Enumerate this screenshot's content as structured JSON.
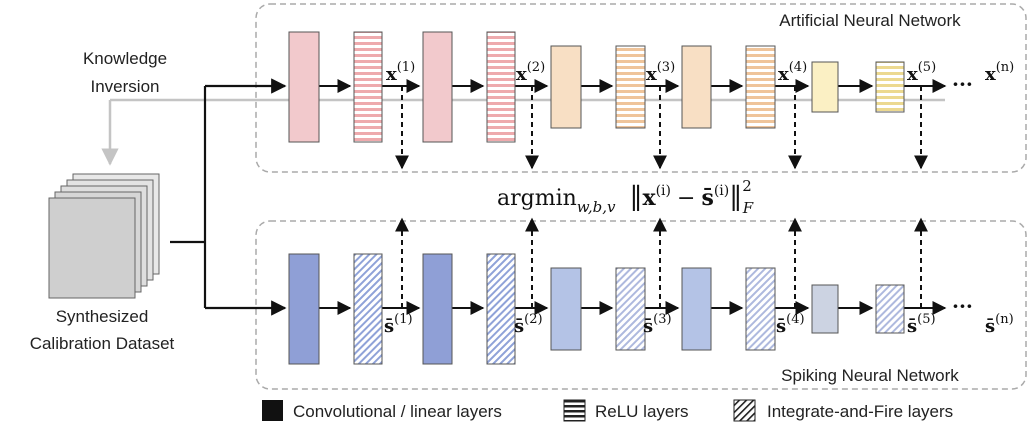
{
  "ann": {
    "title": "Artificial Neural Network"
  },
  "snn": {
    "title": "Spiking Neural Network"
  },
  "inversion": {
    "line1": "Knowledge",
    "line2": "Inversion"
  },
  "dataset": {
    "line1": "Synthesized",
    "line2": "Calibration Dataset"
  },
  "ann_labels": [
    "x",
    "x",
    "x",
    "x",
    "x",
    "x"
  ],
  "ann_sups": [
    "(1)",
    "(2)",
    "(3)",
    "(4)",
    "(5)",
    "(n)"
  ],
  "snn_labels": [
    "s̄",
    "s̄",
    "s̄",
    "s̄",
    "s̄",
    "s̄"
  ],
  "snn_sups": [
    "(1)",
    "(2)",
    "(3)",
    "(4)",
    "(5)",
    "(n)"
  ],
  "ellipsis": "···",
  "objective": {
    "argmin": "argmin",
    "subscript": "w,b,v",
    "bar_open": "‖",
    "x": "x",
    "xsup": "(i)",
    "minus": "−",
    "s": "s̄",
    "ssup": "(i)",
    "bar_close": "‖",
    "norm_sup": "2",
    "norm_sub": "F"
  },
  "legend": {
    "conv": "Convolutional / linear layers",
    "relu": "ReLU layers",
    "if": "Integrate-and-Fire layers"
  },
  "colors": {
    "ann_stage1": "#f2c9cc",
    "ann_stage2": "#f8dfc4",
    "ann_stage3": "#fbf0c4",
    "ann_relu_stripe1": "#eeaaad",
    "ann_relu_stripe2": "#efc49a",
    "ann_relu_stripe3": "#ecd990",
    "snn_stage1": "#8f9fd6",
    "snn_stage2": "#b4c3e6",
    "snn_stage3": "#ccd3e2",
    "snn_hatch": "#8fa2d8",
    "dashed_box": "#aaaaaa",
    "feedback": "#c4c4c4"
  }
}
